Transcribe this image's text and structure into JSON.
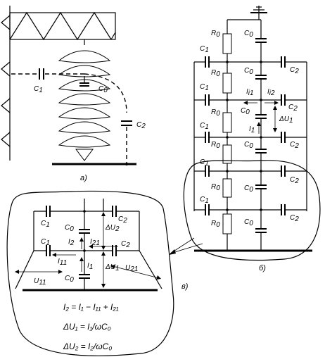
{
  "labels": {
    "r0": "R",
    "c0": "C",
    "c1": "C",
    "c2": "C",
    "sub0": "0",
    "sub1": "1",
    "sub2": "2",
    "i": "I",
    "du": "ΔU",
    "u": "U",
    "s_i1": "i1",
    "s_i2": "i2",
    "s_11": "11",
    "s_21": "21"
  },
  "captions": {
    "a": "а)",
    "b": "б)",
    "v": "в)"
  },
  "formulas": {
    "f1": "I₂ = I₁ − I₁₁ + I₂₁",
    "f2": "ΔU₁ = I₁/ωC₀",
    "f3": "ΔU₂ = I₂/ωC₀"
  }
}
